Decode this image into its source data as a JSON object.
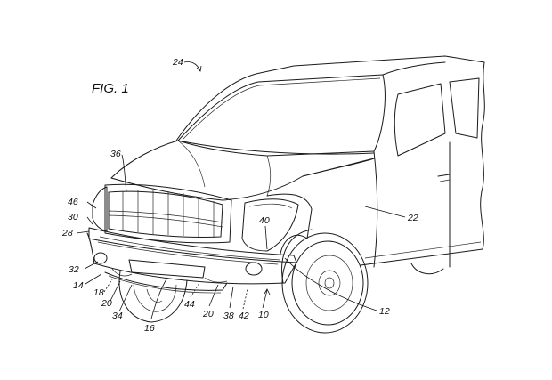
{
  "figure_title": "FIG. 1",
  "labels": {
    "l24": "24",
    "l36": "36",
    "l46": "46",
    "l30": "30",
    "l28": "28",
    "l32": "32",
    "l14": "14",
    "l18": "18",
    "l20a": "20",
    "l34": "34",
    "l16": "16",
    "l44": "44",
    "l20b": "20",
    "l38": "38",
    "l42": "42",
    "l10": "10",
    "l12": "12",
    "l40": "40",
    "l22": "22"
  }
}
